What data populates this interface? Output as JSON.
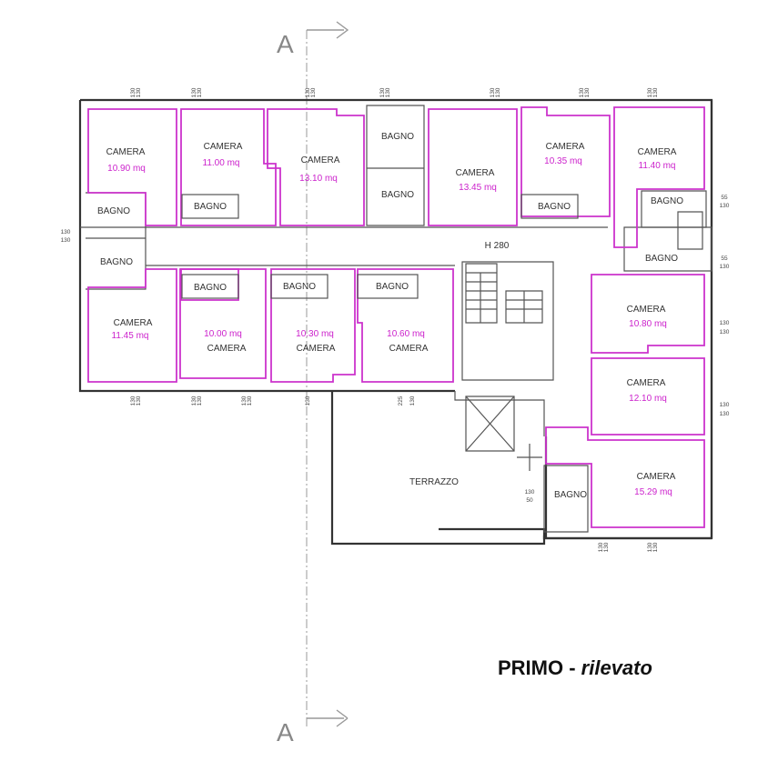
{
  "title": {
    "main": "PRIMO - ",
    "sub": "rilevato"
  },
  "section_marker": "A",
  "height_label": "H 280",
  "terrace_label": "TERRAZZO",
  "rooms": [
    {
      "name": "CAMERA",
      "area": "10.90 mq"
    },
    {
      "name": "CAMERA",
      "area": "11.00 mq"
    },
    {
      "name": "CAMERA",
      "area": "13.10 mq"
    },
    {
      "name": "CAMERA",
      "area": "13.45 mq"
    },
    {
      "name": "CAMERA",
      "area": "10.35 mq"
    },
    {
      "name": "CAMERA",
      "area": "11.40 mq"
    },
    {
      "name": "CAMERA",
      "area": "11.45 mq"
    },
    {
      "name": "CAMERA",
      "area": "10.00 mq"
    },
    {
      "name": "CAMERA",
      "area": "10.30 mq"
    },
    {
      "name": "CAMERA",
      "area": "10.60 mq"
    },
    {
      "name": "CAMERA",
      "area": "10.80 mq"
    },
    {
      "name": "CAMERA",
      "area": "12.10 mq"
    },
    {
      "name": "CAMERA",
      "area": "15.29 mq"
    }
  ],
  "bathroom_label": "BAGNO",
  "dimensions": {
    "d130": "130",
    "d55": "55",
    "d50": "50",
    "d225": "225"
  },
  "colors": {
    "wall": "#333333",
    "room_outline": "#cc33cc",
    "area_text": "#cc22cc",
    "axis": "#999999"
  }
}
